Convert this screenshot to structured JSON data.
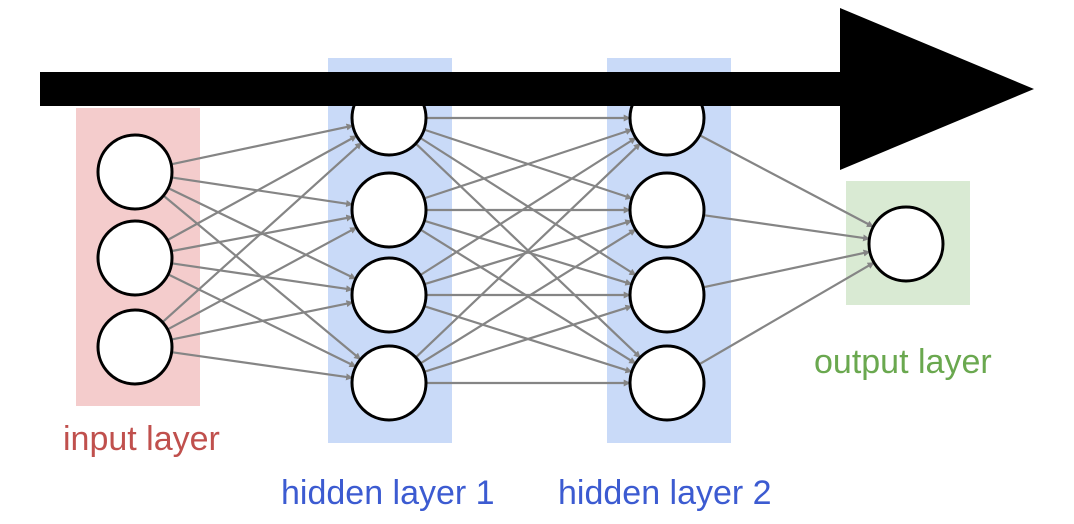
{
  "layers": [
    {
      "key": "input",
      "label": "input layer",
      "color": "#c0504d",
      "bg": "#f4cccc",
      "nodes": 3
    },
    {
      "key": "hidden1",
      "label": "hidden layer 1",
      "color": "#3c5bd1",
      "bg": "#c9daf8",
      "nodes": 4
    },
    {
      "key": "hidden2",
      "label": "hidden layer 2",
      "color": "#3c5bd1",
      "bg": "#c9daf8",
      "nodes": 4
    },
    {
      "key": "output",
      "label": "output layer",
      "color": "#6aa84f",
      "bg": "#d9ead3",
      "nodes": 1
    }
  ],
  "colors": {
    "edge": "#858585",
    "node_stroke": "#000000",
    "node_fill": "#ffffff",
    "arrow": "#000000"
  },
  "icons": {
    "direction": "forward-arrow-icon"
  }
}
